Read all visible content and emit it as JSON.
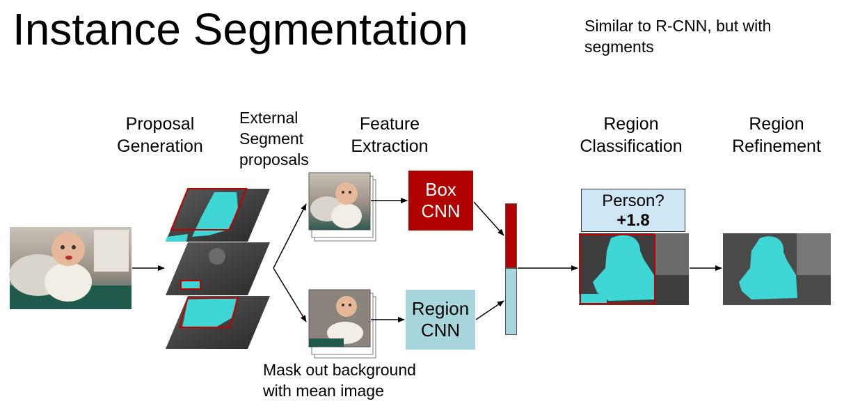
{
  "title": "Instance Segmentation",
  "note": "Similar to R-CNN, but with segments",
  "stages": {
    "proposal": [
      "Proposal",
      "Generation"
    ],
    "external": [
      "External",
      "Segment",
      "proposals"
    ],
    "feature": [
      "Feature",
      "Extraction"
    ],
    "classification": [
      "Region",
      "Classification"
    ],
    "refinement": [
      "Region",
      "Refinement"
    ]
  },
  "boxes": {
    "box_cnn": [
      "Box",
      "CNN"
    ],
    "region_cnn": [
      "Region",
      "CNN"
    ]
  },
  "classification": {
    "question": "Person?",
    "score": "+1.8"
  },
  "caption": [
    "Mask out background",
    "with mean image"
  ],
  "colors": {
    "box_red": "#b00000",
    "region_teal": "#a7d7dd",
    "mask_cyan": "#3fd6d6",
    "label_blue": "#cfe6f5"
  }
}
